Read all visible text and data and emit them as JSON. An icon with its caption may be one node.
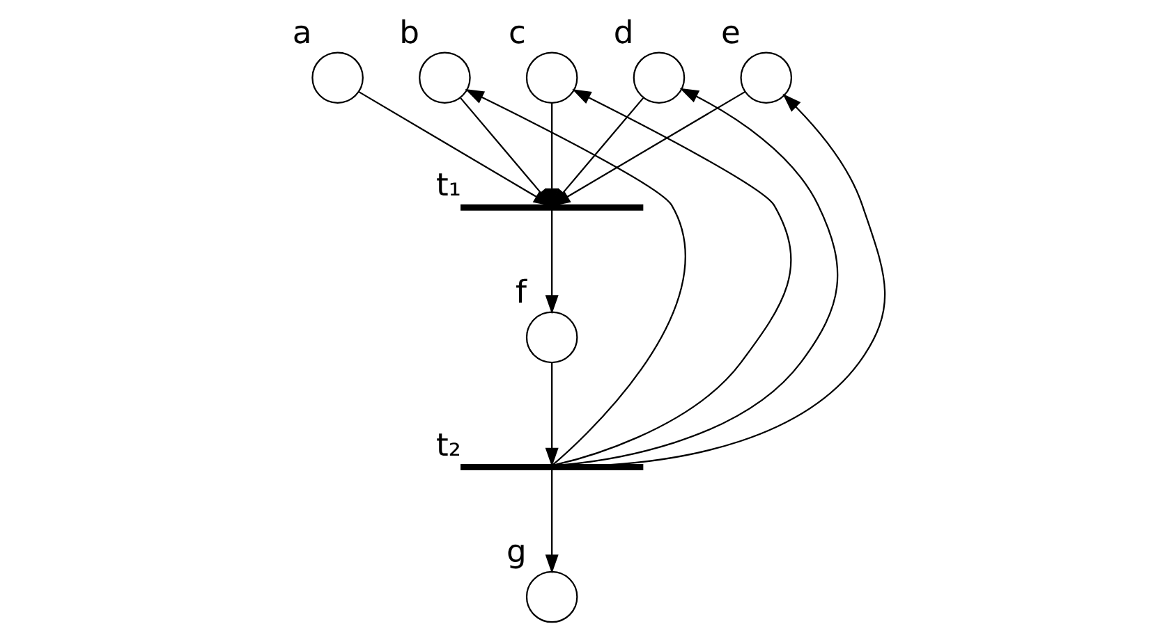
{
  "diagram": {
    "nodes": [
      {
        "text": [],
        "shape": "circle",
        "beside": [
          "a"
        ]
      },
      {
        "text": [],
        "shape": "circle",
        "beside": [
          "b"
        ]
      },
      {
        "text": [],
        "shape": "circle",
        "beside": [
          "c"
        ]
      },
      {
        "text": [],
        "shape": "circle",
        "beside": [
          "d"
        ]
      },
      {
        "text": [],
        "shape": "circle",
        "beside": [
          "e"
        ]
      },
      {
        "text": [],
        "shape": "bar",
        "beside": [
          "t₁"
        ]
      },
      {
        "text": [],
        "shape": "bar",
        "beside": [
          "t₂"
        ]
      },
      {
        "text": [],
        "shape": "circle",
        "beside": [
          "f"
        ]
      },
      {
        "text": [],
        "shape": "circle",
        "beside": [
          "g"
        ]
      }
    ],
    "edges": [
      {
        "from": 0,
        "to": 5,
        "arrow": "to"
      },
      {
        "from": 1,
        "to": 5,
        "arrow": "to"
      },
      {
        "from": 2,
        "to": 5,
        "arrow": "to"
      },
      {
        "from": 3,
        "to": 5,
        "arrow": "to"
      },
      {
        "from": 4,
        "to": 5,
        "arrow": "to"
      },
      {
        "from": 5,
        "to": 7,
        "arrow": "to"
      },
      {
        "from": 7,
        "to": 6,
        "arrow": "to"
      },
      {
        "from": 6,
        "to": 1,
        "arrow": "to"
      },
      {
        "from": 6,
        "to": 2,
        "arrow": "to"
      },
      {
        "from": 6,
        "to": 3,
        "arrow": "to"
      },
      {
        "from": 6,
        "to": 4,
        "arrow": "to"
      },
      {
        "from": 6,
        "to": 8,
        "arrow": "to"
      }
    ]
  }
}
